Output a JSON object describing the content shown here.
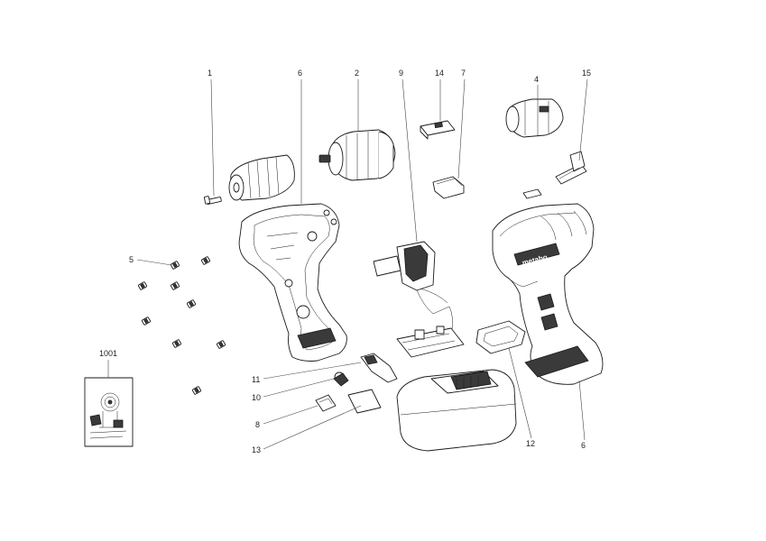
{
  "labels": {
    "l1": "1",
    "l2": "2",
    "l4": "4",
    "l5": "5",
    "l6a": "6",
    "l6b": "6",
    "l7": "7",
    "l8": "8",
    "l9": "9",
    "l10": "10",
    "l11": "11",
    "l12": "12",
    "l13": "13",
    "l14": "14",
    "l15": "15",
    "l1001": "1001"
  },
  "logo": {
    "text": "metabo"
  }
}
